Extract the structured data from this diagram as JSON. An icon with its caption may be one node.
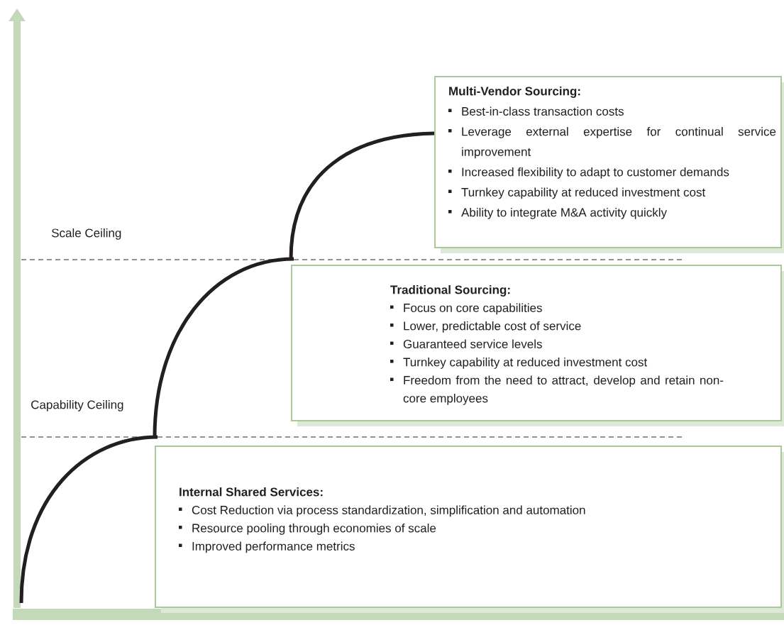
{
  "diagram": {
    "nodes": [
      {
        "text": [
          "Multi-Vendor Sourcing:",
          "Best-in-class transaction costs",
          "Leverage external expertise for continual service improvement",
          "Increased flexibility to adapt to customer demands",
          "Turnkey capability at reduced investment cost",
          "Ability to integrate M&A activity quickly"
        ]
      },
      {
        "text": [
          "Traditional Sourcing:",
          "Focus on core capabilities",
          "Lower, predictable cost of service",
          "Guaranteed service levels",
          "Turnkey capability at reduced investment cost",
          "Freedom from the need to attract, develop and retain non-core employees"
        ]
      },
      {
        "text": [
          "Internal Shared Services:",
          "Cost Reduction via process standardization, simplification and automation",
          "Resource pooling through economies of scale",
          "Improved performance metrics"
        ]
      }
    ],
    "labels": [
      "Scale Ceiling",
      "Capability Ceiling"
    ]
  }
}
